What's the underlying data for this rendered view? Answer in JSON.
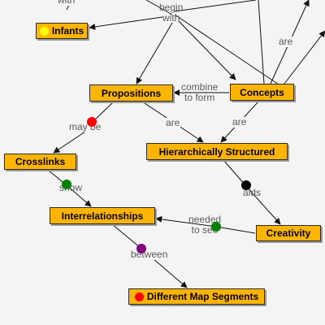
{
  "nodes": {
    "infants": "Infants",
    "propositions": "Propositions",
    "concepts": "Concepts",
    "crosslinks": "Crosslinks",
    "hierarchically_structured": "Hierarchically Structured",
    "interrelationships": "Interrelationships",
    "creativity": "Creativity",
    "different_map_segments": "Different Map Segments"
  },
  "links": {
    "with": "with",
    "begin_with_1": "begin",
    "begin_with_2": "with",
    "are_top": "are",
    "combine_to_form_1": "combine",
    "combine_to_form_2": "to form",
    "may_be": "may be",
    "are_left": "are",
    "are_right": "are",
    "show": "show",
    "aids": "aids",
    "needed_to_see_1": "needed",
    "needed_to_see_2": "to see",
    "between": "between"
  },
  "colors": {
    "node_fill": "#ffb400",
    "yellow_marker": "#ffff00",
    "red_marker": "#ff0000",
    "green_marker": "#008000",
    "black_marker": "#000000",
    "purple_marker": "#800080"
  }
}
